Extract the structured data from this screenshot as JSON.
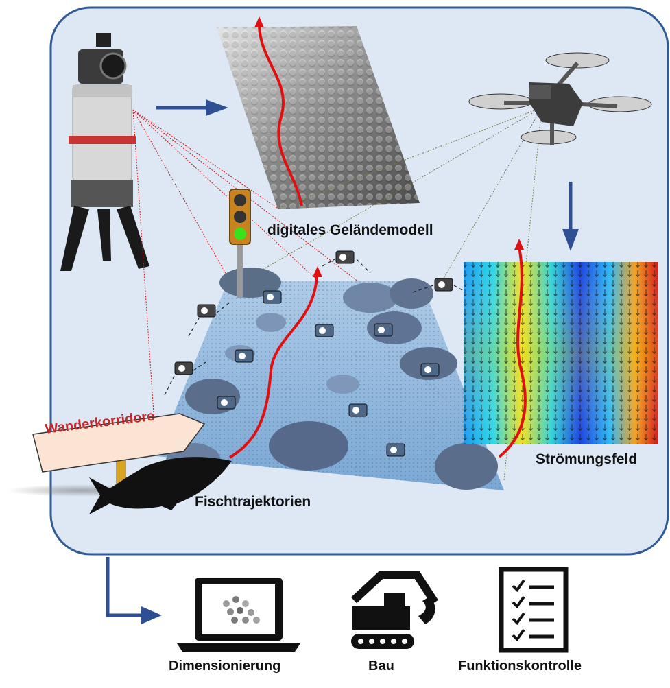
{
  "labels": {
    "terrain_model": "digitales Geländemodell",
    "flow_field": "Strömungsfeld",
    "fish_trajectories": "Fischtrajektorien",
    "migration_corridors": "Wanderkorridore"
  },
  "outputs": {
    "dimensioning": "Dimensionierung",
    "construction": "Bau",
    "function_check": "Funktionskontrolle"
  },
  "icons": {
    "scanner": "laser-scanner-icon",
    "drone": "drone-icon",
    "traffic_light": "traffic-light-icon",
    "camera": "camera-icon",
    "fish": "fish-silhouette-icon",
    "laptop": "laptop-icon",
    "excavator": "excavator-icon",
    "checklist": "checklist-icon"
  },
  "colors": {
    "panel_fill": "#dde8f4",
    "panel_border": "#2f5a94",
    "arrow_blue": "#2e4f93",
    "trajectory_red": "#e01010",
    "sign_fill": "#fbe4d3",
    "sign_text": "#c0282a",
    "traffic_green": "#39e21b"
  }
}
